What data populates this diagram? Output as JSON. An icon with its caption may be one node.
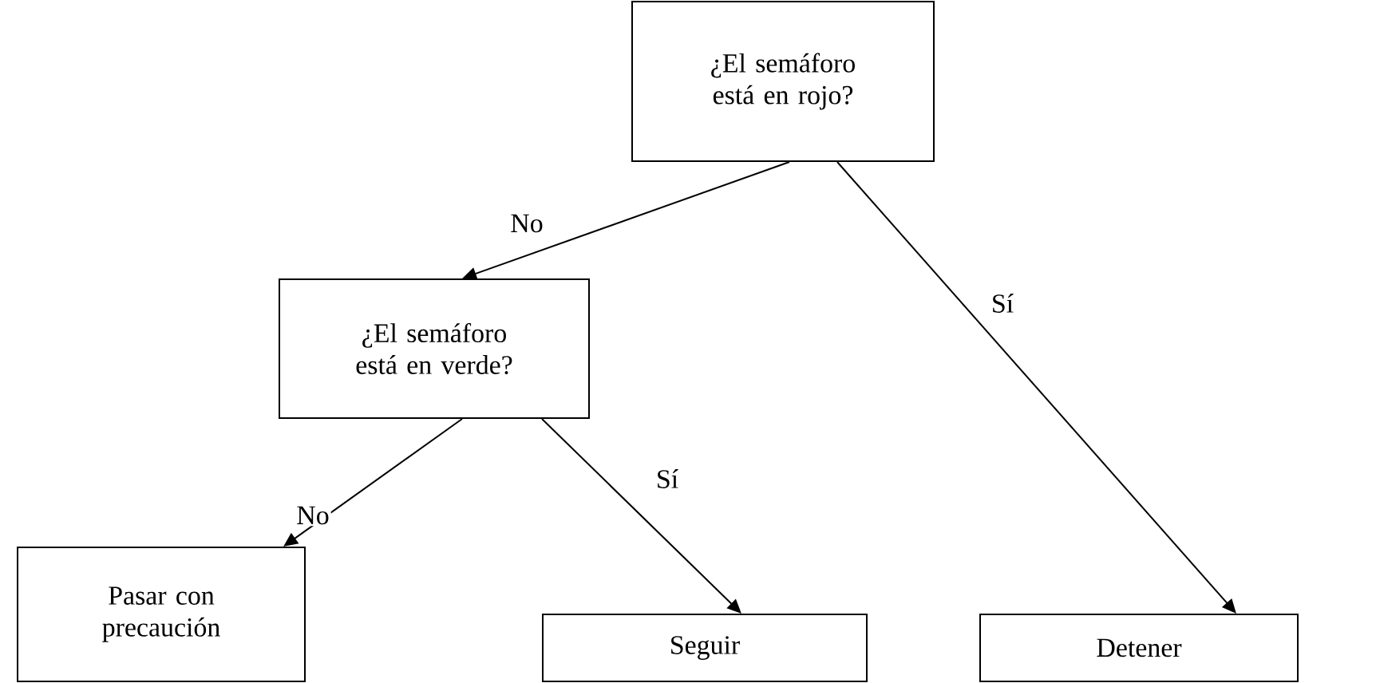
{
  "diagram": {
    "nodes": [
      {
        "text": [
          "¿El semáforo está en rojo?"
        ]
      },
      {
        "text": [
          "¿El semáforo está en verde?"
        ]
      },
      {
        "text": [
          "Pasar con precaución"
        ]
      },
      {
        "text": [
          "Seguir"
        ]
      },
      {
        "text": [
          "Detener"
        ]
      }
    ],
    "edges": [
      {
        "from": 0,
        "to": 1,
        "arrow": "to",
        "label": "No"
      },
      {
        "from": 0,
        "to": 4,
        "arrow": "to",
        "label": "Sí"
      },
      {
        "from": 1,
        "to": 2,
        "arrow": "to",
        "label": "No"
      },
      {
        "from": 1,
        "to": 3,
        "arrow": "to",
        "label": "Sí"
      }
    ]
  }
}
